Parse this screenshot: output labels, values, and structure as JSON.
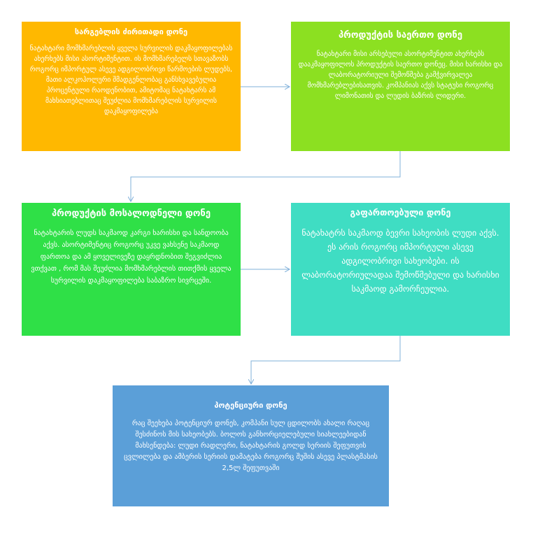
{
  "colors": {
    "box1": "#FFB800",
    "box2": "#8CE021",
    "box3": "#2FE047",
    "box4": "#3FDDC3",
    "box5": "#5B9FD8",
    "arrow": "#7FB0DA"
  },
  "boxes": [
    {
      "title": "სარგებლის ძირითადი დონე",
      "text": "ნატახტარი მომხმარებლის ყველა სურვილის დაკმაყოფილებას ახერხებს მისი ასორტიმენტით. ის მომხმარებელს სთავაზობს როგორც იმპორტულ ასევე ადგილობრივი წარმოების ლუდებს, მათი ალკოჰოლური შმადგენლობაც განსხვავებულია პროცენტული რაოდენობით, ამიტომაც ნატახტარს ამ მახსიათებლითაც შეუძლია მომხმარებლის სურვილის დაკმაყოფილება"
    },
    {
      "title": "პროდუქტის საერთო დონე",
      "text": "ნატახტარი მისი არსებული ასორტიმენტით ახერხებს დააკმაყოფილოს პროდუქტის საერთო დონეც. მისი ხარისხი და ლაბორატორიული შემოწმება გამჭვირვალეა მომხმარებლებისათვის. კომპანიას აქვს სტატუსი როგორც ლიმონათის და ლუდის ბაზრის ლიდერი."
    },
    {
      "title": "პროდუქტის მოსალოდნელი დონე",
      "text": "ნატახტარის ლუდს საკმაოდ კარგი ხარისხი და სანდოობა აქვს. ასორტიმენტიც როგორც უკვე ვახსენე საკმაოდ ფართოა და ამ ყოველივეზე დაყრდნობით შეგვიძლია ვთქვათ , რომ მას შეუძლია მომხმარებლის თითქმის ყველა სურვილის დაკმაყოფილება საბაზრო სივრცეში."
    },
    {
      "title": "გაფართოებული დონე",
      "text": "ნატახატრს საკმაოდ ბევრი სახეობის ლუდი აქვს. ეს არის როგორც იმპორტული ასევე ადგილობრივი სახეობები. ის ლაბორატორიულადაა შემოწმებული და ხარისხი საკმაოდ გამორჩეულია."
    },
    {
      "title": "პოტენციური დონე",
      "text": "რაც შეეხება პოტენციურ დონეს, კომპანი სულ ცდილობს ახალი რაღაც შესძინოს მის სახეობებს. ბოლოს განხორციელებული სიახლეებიდან მახსენდება: ლუდი რადლერი, ნატახტარის გოლდ სერიის შეფუთვის ცვლილება და ამბერის სერიის დამატება როგორც შუშის ასევე პლასტმასის 2,5ლ  შეფუთვაში"
    }
  ]
}
